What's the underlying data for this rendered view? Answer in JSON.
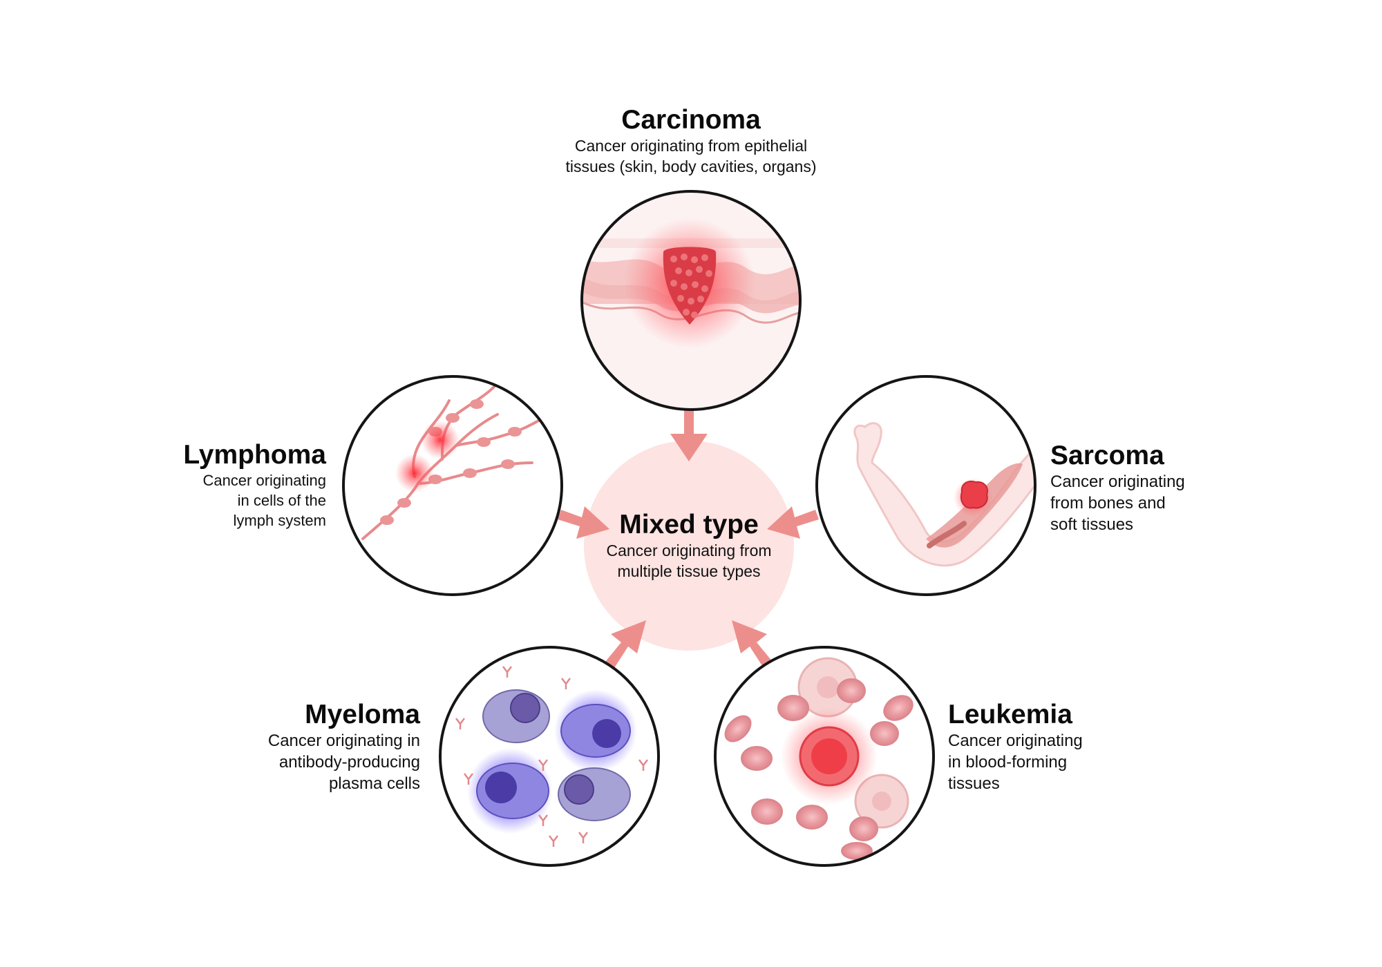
{
  "center": {
    "title": "Mixed type",
    "desc_lines": [
      "Cancer originating from",
      "multiple tissue types"
    ]
  },
  "types": [
    {
      "id": "carcinoma",
      "title": "Carcinoma",
      "desc_lines": [
        "Cancer originating from epithelial",
        "tissues (skin, body cavities, organs)"
      ]
    },
    {
      "id": "sarcoma",
      "title": "Sarcoma",
      "desc_lines": [
        "Cancer originating",
        "from bones and",
        "soft tissues"
      ]
    },
    {
      "id": "leukemia",
      "title": "Leukemia",
      "desc_lines": [
        "Cancer originating",
        "in blood-forming",
        "tissues"
      ]
    },
    {
      "id": "myeloma",
      "title": "Myeloma",
      "desc_lines": [
        "Cancer originating in",
        "antibody-producing",
        "plasma cells"
      ]
    },
    {
      "id": "lymphoma",
      "title": "Lymphoma",
      "desc_lines": [
        "Cancer originating",
        "in cells of the",
        "lymph system"
      ]
    }
  ],
  "colors": {
    "center_fill": "#fde3e1",
    "arrow": "#ec8f8c",
    "circle_stroke": "#151515",
    "tumor": "#e8424a",
    "skin": "#f6cfcd",
    "rbc": "#ea9ea3",
    "plasma_cell": "#9c95cf",
    "nucleus": "#5c4b99"
  }
}
